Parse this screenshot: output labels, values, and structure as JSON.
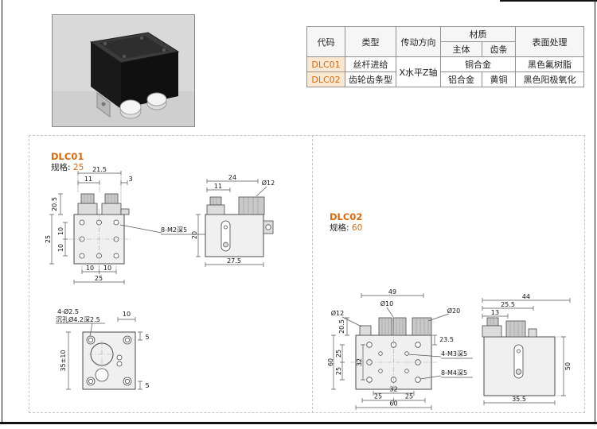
{
  "page": {
    "accent": "#d26a11",
    "bg": "#ffffff"
  },
  "spec_table": {
    "headers": {
      "code": "代码",
      "type": "类型",
      "direction": "传动方向",
      "material": "材质",
      "material_body": "主体",
      "material_rack": "齿条",
      "surface": "表面处理"
    },
    "direction_value": "X水平Z轴",
    "rows": [
      {
        "code": "DLC01",
        "type": "丝杆进给",
        "material_body": "铜合金",
        "surface": "黑色氟树脂"
      },
      {
        "code": "DLC02",
        "type": "齿轮齿条型",
        "material_body": "铝合金",
        "material_rack": "黄铜",
        "surface": "黑色阳极氧化"
      }
    ]
  },
  "dlc01": {
    "code": "DLC01",
    "spec_label": "规格:",
    "spec_value": "25",
    "front": {
      "dim_width_top": "21.5",
      "dim_knob_offset": "11",
      "dim_gap": "3",
      "dim_knob_height": "20.5",
      "dim_body_height": "25",
      "dim_hole_row_a": "10",
      "dim_hole_row_b": "10",
      "callout_holes": "8-M2深5",
      "dim_hole_col_a": "10",
      "dim_hole_col_b": "10",
      "dim_body_width": "25"
    },
    "side": {
      "dim_width_top": "24",
      "dim_knob_offset": "11",
      "dim_knob_dia": "Ø12",
      "dim_body_height": "20",
      "dim_body_width": "27.5"
    },
    "bottom": {
      "callout_line1": "4-Ø2.5",
      "callout_line2": "沉孔Ø4.2深2.5",
      "dim_hole_offset": "10",
      "dim_edge_top": "5",
      "dim_height": "35±10",
      "dim_edge_bottom": "5"
    }
  },
  "dlc02": {
    "code": "DLC02",
    "spec_label": "规格:",
    "spec_value": "60",
    "front": {
      "dim_width_top": "49",
      "dim_knob_dia_center": "Ø10",
      "dim_knob_dia_left": "Ø12",
      "dim_knob_dia_right": "Ø20",
      "dim_knob_height": "20.5",
      "dim_top_offset": "23.5",
      "dim_body_height": "60",
      "dim_hole_row_a": "25",
      "dim_hole_row_b": "25",
      "dim_hole_span_v": "32",
      "callout_m3": "4-M3深5",
      "callout_m4": "8-M4深5",
      "dim_hole_span_h": "32",
      "dim_hole_col_a": "25",
      "dim_hole_col_b": "25",
      "dim_body_width": "60"
    },
    "side": {
      "dim_width_top": "44",
      "dim_mid": "25.5",
      "dim_small": "13",
      "dim_body_height": "50",
      "dim_body_width": "35.5"
    }
  }
}
